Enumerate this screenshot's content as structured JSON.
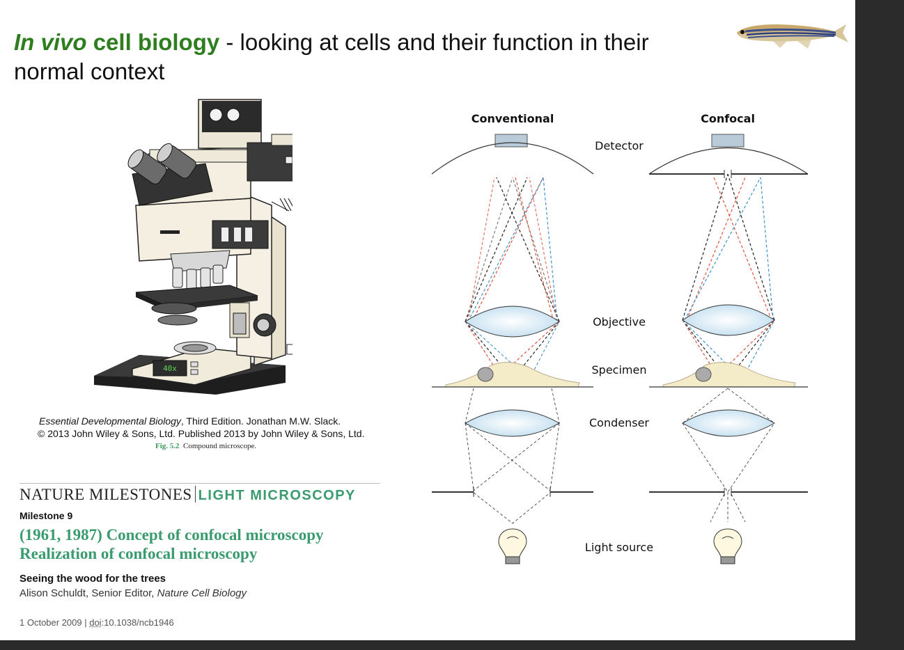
{
  "slide": {
    "title": {
      "part_italic": "In vivo",
      "part_bold": " cell biology",
      "rest": " - looking at cells and their function in their normal context"
    },
    "microscope": {
      "display_value": "40x"
    },
    "credit": {
      "book": "Essential Developmental Biology",
      "line1_rest": ", Third Edition. Jonathan M.W. Slack.",
      "line2": "© 2013 John Wiley & Sons, Ltd. Published 2013 by John Wiley & Sons, Ltd.",
      "fig_label": "Fig. 5.2",
      "fig_caption": "Compound microscope."
    },
    "milestone": {
      "series": "NATURE MILESTONES",
      "topic": "LIGHT MICROSCOPY",
      "number": "Milestone 9",
      "title_line1": "(1961, 1987) Concept of confocal microscopy",
      "title_line2": "Realization of confocal microscopy",
      "subtitle": "Seeing the wood for the trees",
      "author": "Alison Schuldt, Senior Editor, ",
      "journal": "Nature Cell Biology",
      "date": "1 October 2009 | ",
      "doi_label": "doi",
      "doi_value": ":10.1038/ncb1946"
    },
    "diagram": {
      "col_conventional": "Conventional",
      "col_confocal": "Confocal",
      "labels": {
        "detector": "Detector",
        "objective": "Objective",
        "specimen": "Specimen",
        "condenser": "Condenser",
        "light_source": "Light source"
      },
      "colors": {
        "beam_black": "#222222",
        "beam_red": "#e0533a",
        "beam_blue": "#3d8fd0",
        "lens": "#d9ecf6",
        "specimen": "#f4ecc8"
      }
    }
  }
}
